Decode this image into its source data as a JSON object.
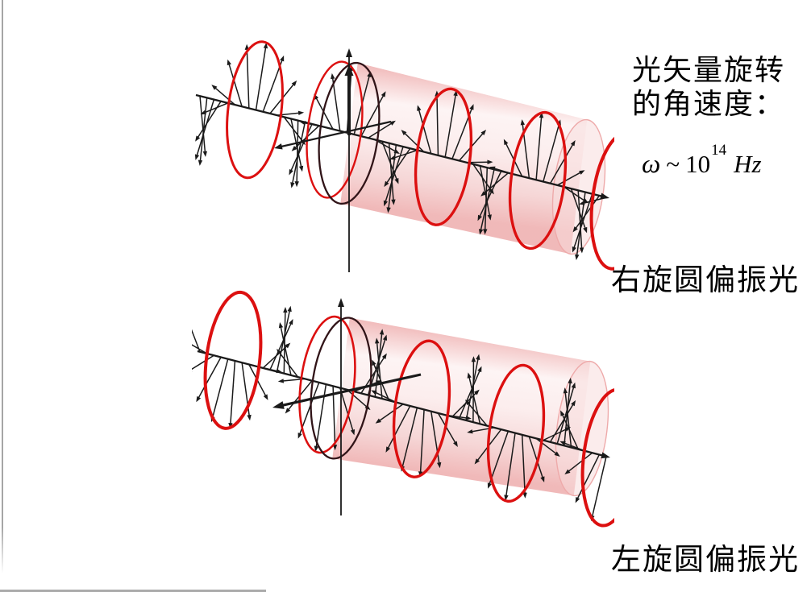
{
  "page": {
    "background": "#ffffff",
    "edge_line_color": "#a6a6a6"
  },
  "annotation": {
    "line1": "光矢量旋转",
    "line2": "的角速度：",
    "formula": {
      "omega": "ω",
      "relation": "~",
      "base": "10",
      "exponent": "14",
      "unit": "Hz"
    }
  },
  "diagrams": [
    {
      "label": "右旋圆偏振光",
      "handedness": "right",
      "wave_color": "#dc1010",
      "dark_ring_color": "#311418",
      "vector_color": "#1a1a1a",
      "cylinder_color": "#eeadad",
      "cylinder_cap_color": "#f8dcdc",
      "turns": 4
    },
    {
      "label": "左旋圆偏振光",
      "handedness": "left",
      "wave_color": "#dc1010",
      "dark_ring_color": "#311418",
      "vector_color": "#1a1a1a",
      "cylinder_color": "#eeadad",
      "cylinder_cap_color": "#f8dcdc",
      "turns": 4
    }
  ]
}
